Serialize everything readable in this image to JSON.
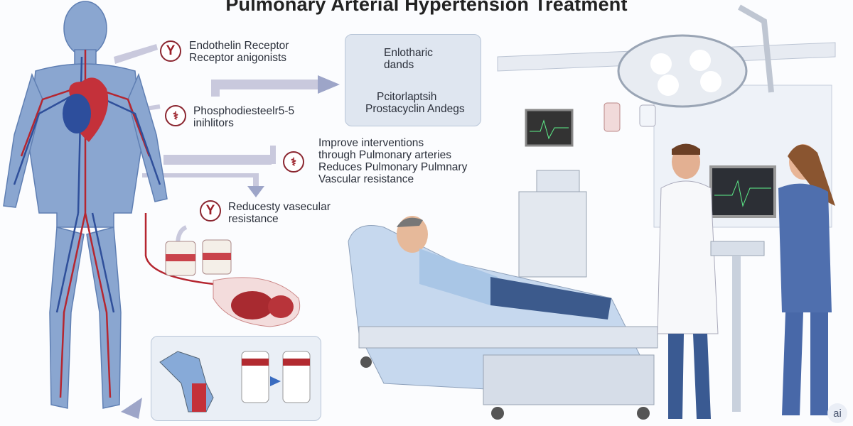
{
  "title": "Pulmonary Arterial Hypertension Treatment",
  "labels": {
    "endothelin": [
      "Endothelin Receptor",
      "Receptor anigonists"
    ],
    "pde5": [
      "Phosphodiesteelr5-5",
      "inihlitors"
    ],
    "box_top": [
      "Enlotharic",
      "dands"
    ],
    "box_bottom": [
      "Pcitorlaptsih",
      "Prostacyclin Andegs"
    ],
    "improve": [
      "Improve interventions",
      "through Pulmonary arteries",
      "Reduces Pulmonary Pulmnary",
      "Vascular resistance"
    ],
    "reduces": [
      "Reducesty vasecular",
      "resistance"
    ]
  },
  "icons": {
    "receptor": "Y",
    "pde": "⚕"
  },
  "watermark": "ai",
  "colors": {
    "accent": "#9b1f28",
    "body": "#7f9cc8",
    "box": "#dfe6f0"
  }
}
